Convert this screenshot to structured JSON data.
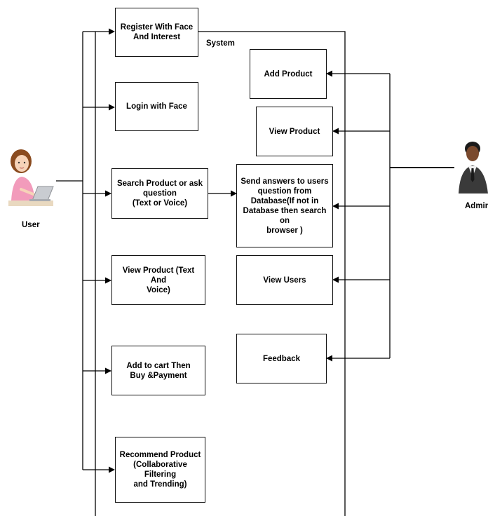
{
  "system": {
    "label": "System"
  },
  "actors": {
    "user": {
      "label": "User"
    },
    "admin": {
      "label": "Admin"
    }
  },
  "user_use_cases": [
    {
      "label": "Register With Face\nAnd Interest"
    },
    {
      "label": "Login with Face"
    },
    {
      "label": "Search Product or ask\nquestion\n(Text or Voice)"
    },
    {
      "label": "View Product (Text And\nVoice)"
    },
    {
      "label": "Add to cart  Then\nBuy &Payment"
    },
    {
      "label": "Recommend Product\n(Collaborative Filtering\nand Trending)"
    }
  ],
  "admin_use_cases": [
    {
      "label": "Add Product"
    },
    {
      "label": "View Product"
    },
    {
      "label": "Send answers to users\nquestion from\nDatabase(If not in\nDatabase then search on\nbrowser )"
    },
    {
      "label": "View Users"
    },
    {
      "label": "Feedback"
    }
  ]
}
